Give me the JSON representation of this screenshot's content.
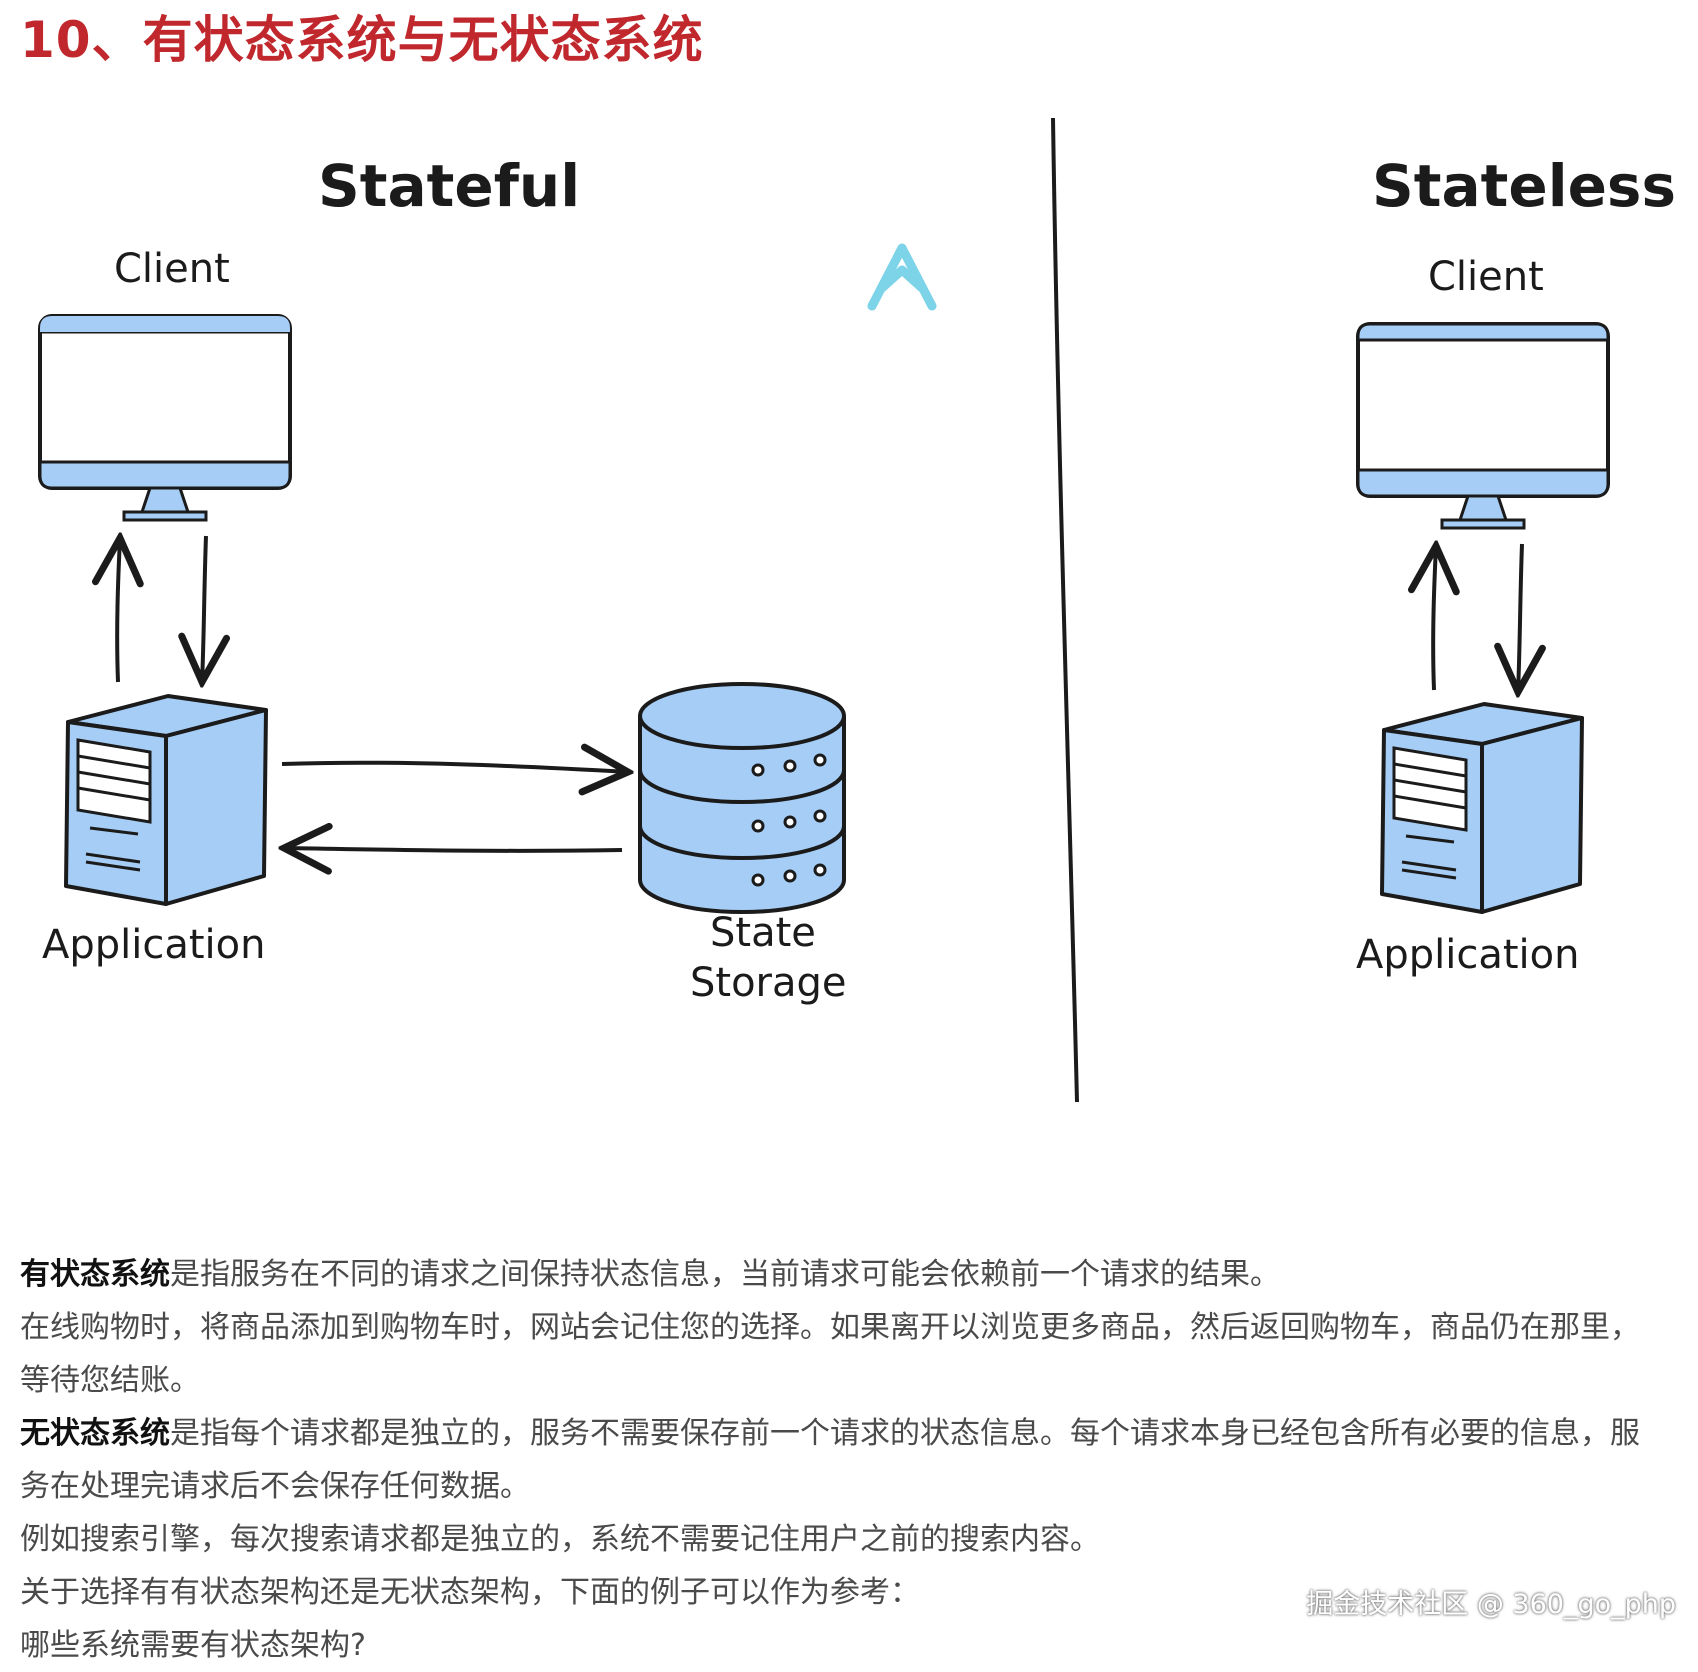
{
  "heading": "10、有状态系统与无状态系统",
  "figure": {
    "stateful": {
      "title": "Stateful",
      "client_label": "Client",
      "application_label": "Application",
      "storage_label_line1": "State",
      "storage_label_line2": "Storage"
    },
    "stateless": {
      "title": "Stateless",
      "client_label": "Client",
      "application_label": "Application"
    },
    "colors": {
      "fill": "#a5cdf5",
      "stroke": "#1b1b1b",
      "logo": "#7dd3e8"
    },
    "logo_icon": "peak-logo-icon"
  },
  "body": {
    "p1_lead": "有状态系统",
    "p1_rest": "是指服务在不同的请求之间保持状态信息，当前请求可能会依赖前一个请求的结果。",
    "p2": "在线购物时，将商品添加到购物车时，网站会记住您的选择。如果离开以浏览更多商品，然后返回购物车，商品仍在那里，等待您结账。",
    "p3_lead": "无状态系统",
    "p3_rest": "是指每个请求都是独立的，服务不需要保存前一个请求的状态信息。每个请求本身已经包含所有必要的信息，服务在处理完请求后不会保存任何数据。",
    "p4": "例如搜索引擎，每次搜索请求都是独立的，系统不需要记住用户之前的搜索内容。",
    "p5": "关于选择有有状态架构还是无状态架构，下面的例子可以作为参考：",
    "p6": "哪些系统需要有状态架构?"
  },
  "watermark": "掘金技术社区 @ 360_go_php"
}
